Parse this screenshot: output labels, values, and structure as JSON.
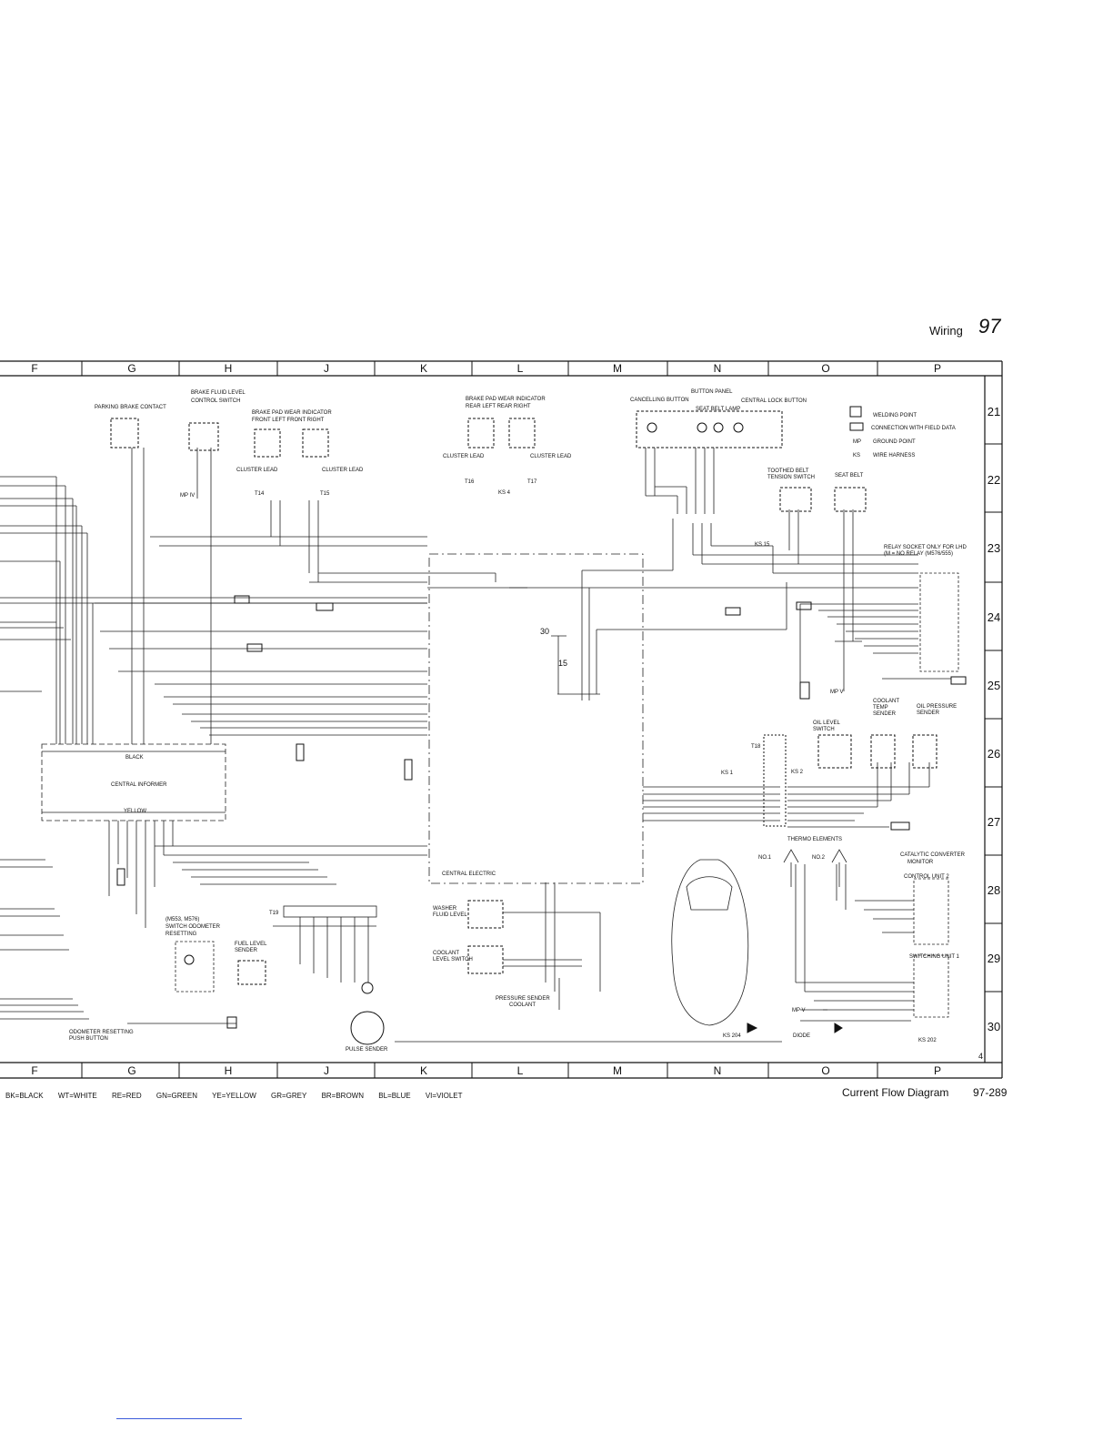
{
  "header": {
    "section_word": "Wiring",
    "page_number": "97"
  },
  "grid": {
    "columns": [
      "F",
      "G",
      "H",
      "J",
      "K",
      "L",
      "M",
      "N",
      "O",
      "P"
    ],
    "rows": [
      "21",
      "22",
      "23",
      "24",
      "25",
      "26",
      "27",
      "28",
      "29",
      "30"
    ],
    "corner_mark": "4"
  },
  "components": {
    "parking_brake": "PARKING BRAKE CONTACT",
    "brake_fluid_1": "BRAKE FLUID LEVEL",
    "brake_fluid_2": "CONTROL SWITCH",
    "pad_front_1": "BRAKE PAD WEAR INDICATOR",
    "pad_front_2": "FRONT LEFT    FRONT RIGHT",
    "pad_rear_1": "BRAKE PAD WEAR INDICATOR",
    "pad_rear_2": "REAR LEFT    REAR RIGHT",
    "button_panel": "BUTTON PANEL",
    "cancelling_button": "CANCELLING BUTTON",
    "central_lock_button": "CENTRAL LOCK BUTTON",
    "seat_belt_lamp": "SEAT BELT LAMP",
    "cluster_lead": "CLUSTER LEAD",
    "toothed_belt_1": "TOOTHED BELT",
    "toothed_belt_2": "TENSION SWITCH",
    "seat_belt": "SEAT BELT",
    "relay_socket_1": "RELAY SOCKET ONLY FOR LHD",
    "relay_socket_2": "(M = NO RELAY (M576/555)",
    "central_informer": "CENTRAL INFORMER",
    "black": "BLACK",
    "yellow": "YELLOW",
    "central_electric": "CENTRAL ELECTRIC",
    "oil_level_1": "OIL LEVEL",
    "oil_level_2": "SWITCH",
    "coolant_temp_1": "COOLANT",
    "coolant_temp_2": "TEMP",
    "coolant_temp_3": "SENDER",
    "oil_pressure_1": "OIL PRESSURE",
    "oil_pressure_2": "SENDER",
    "thermo_elements": "THERMO ELEMENTS",
    "no1": "NO.1",
    "no2": "NO.2",
    "catalytic_1": "CATALYTIC CONVERTER",
    "catalytic_2": "MONITOR",
    "control_unit_2": "CONTROL UNIT 2",
    "switching_unit_1": "SWITCHING UNIT 1",
    "washer_fluid_1": "WASHER",
    "washer_fluid_2": "FLUID LEVEL",
    "coolant_level_1": "COOLANT",
    "coolant_level_2": "LEVEL SWITCH",
    "pressure_sender_1": "PRESSURE SENDER",
    "pressure_sender_2": "COOLANT",
    "odometer_switch_1": "(M553, M576)",
    "odometer_switch_2": "SWITCH ODOMETER",
    "odometer_switch_3": "RESETTING",
    "fuel_level_1": "FUEL LEVEL",
    "fuel_level_2": "SENDER",
    "odometer_reset_1": "ODOMETER RESETTING",
    "odometer_reset_2": "PUSH BUTTON",
    "pulse_sender": "PULSE SENDER",
    "diode": "DIODE",
    "ks202": "KS 202",
    "ks204": "KS 204",
    "mp_iv": "MP IV",
    "mp_v": "MP V",
    "t18": "T18",
    "t19": "T19",
    "t14": "T14",
    "t15": "T15",
    "t16": "T16",
    "t17": "T17",
    "ks1": "KS 1",
    "ks2": "KS 2",
    "ks4": "KS 4",
    "ks15": "KS 15",
    "num30": "30",
    "num15": "15"
  },
  "legend_key": {
    "welding": "WELDING POINT",
    "connect": "CONNECTION WITH FIELD DATA",
    "mp": "MP",
    "mp_text": "GROUND POINT",
    "ks": "KS",
    "ks_text": "WIRE HARNESS"
  },
  "color_legend": [
    "BK=BLACK",
    "WT=WHITE",
    "RE=RED",
    "GN=GREEN",
    "YE=YELLOW",
    "GR=GREY",
    "BR=BROWN",
    "BL=BLUE",
    "VI=VIOLET"
  ],
  "footer": {
    "title": "Current Flow Diagram",
    "number": "97-289"
  }
}
